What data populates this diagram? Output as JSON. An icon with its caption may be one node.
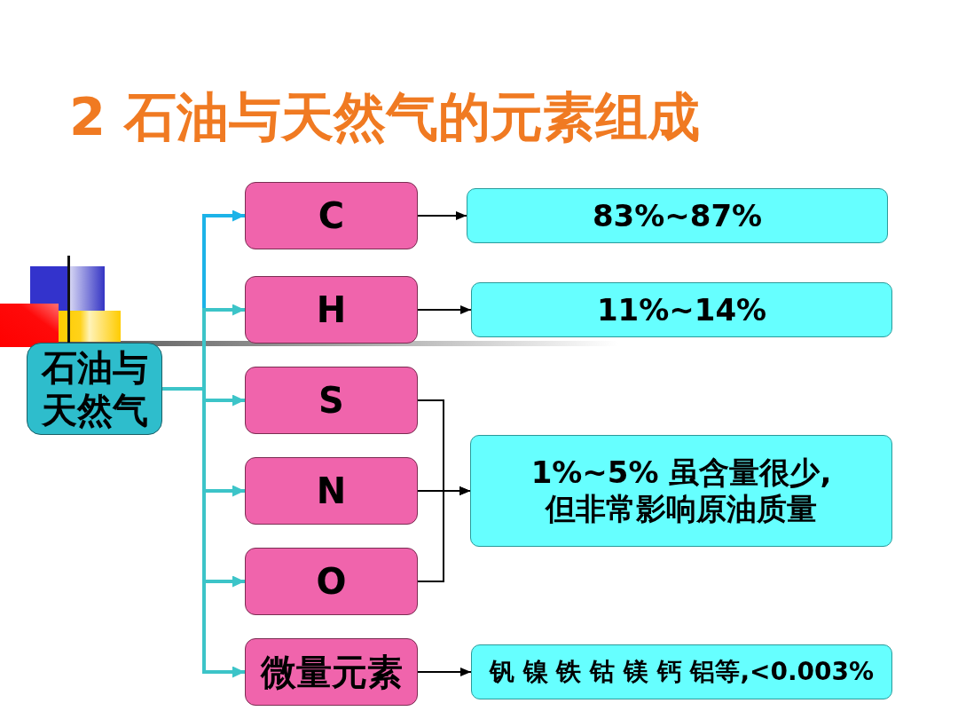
{
  "diagram": {
    "title": "2 石油与天然气的元素组成",
    "nodes": [
      {
        "text": [
          "石油与天然气"
        ]
      },
      {
        "text": [
          "C"
        ]
      },
      {
        "text": [
          "H"
        ]
      },
      {
        "text": [
          "S"
        ]
      },
      {
        "text": [
          "N"
        ]
      },
      {
        "text": [
          "O"
        ]
      },
      {
        "text": [
          "微量元素"
        ]
      },
      {
        "text": [
          "83%~87%"
        ]
      },
      {
        "text": [
          "11%~14%"
        ]
      },
      {
        "text": [
          "1%~5% 虽含量很少,但非常影响原油质量"
        ]
      },
      {
        "text": [
          "钒 镍 铁 钴 镁 钙 铝等,<0.003%"
        ]
      }
    ],
    "edges": [
      {
        "from": 0,
        "to": 1,
        "arrow": "to",
        "style": "thick",
        "color": "#1cb3e8"
      },
      {
        "from": 0,
        "to": 2,
        "arrow": "to",
        "style": "thick",
        "color": "#3cc4c8"
      },
      {
        "from": 0,
        "to": 3,
        "arrow": "to",
        "style": "thick",
        "color": "#3cc4c8"
      },
      {
        "from": 0,
        "to": 4,
        "arrow": "to",
        "style": "thick",
        "color": "#3cc4c8"
      },
      {
        "from": 0,
        "to": 5,
        "arrow": "to",
        "style": "thick",
        "color": "#3cc4c8"
      },
      {
        "from": 0,
        "to": 6,
        "arrow": "to",
        "style": "thick",
        "color": "#3cc4c8"
      },
      {
        "from": 1,
        "to": 7,
        "arrow": "to"
      },
      {
        "from": 2,
        "to": 8,
        "arrow": "to"
      },
      {
        "from": 3,
        "to": 9,
        "arrow": "to"
      },
      {
        "from": 4,
        "to": 9,
        "arrow": "to"
      },
      {
        "from": 5,
        "to": 9,
        "arrow": "to"
      },
      {
        "from": 6,
        "to": 10,
        "arrow": "to"
      }
    ]
  }
}
